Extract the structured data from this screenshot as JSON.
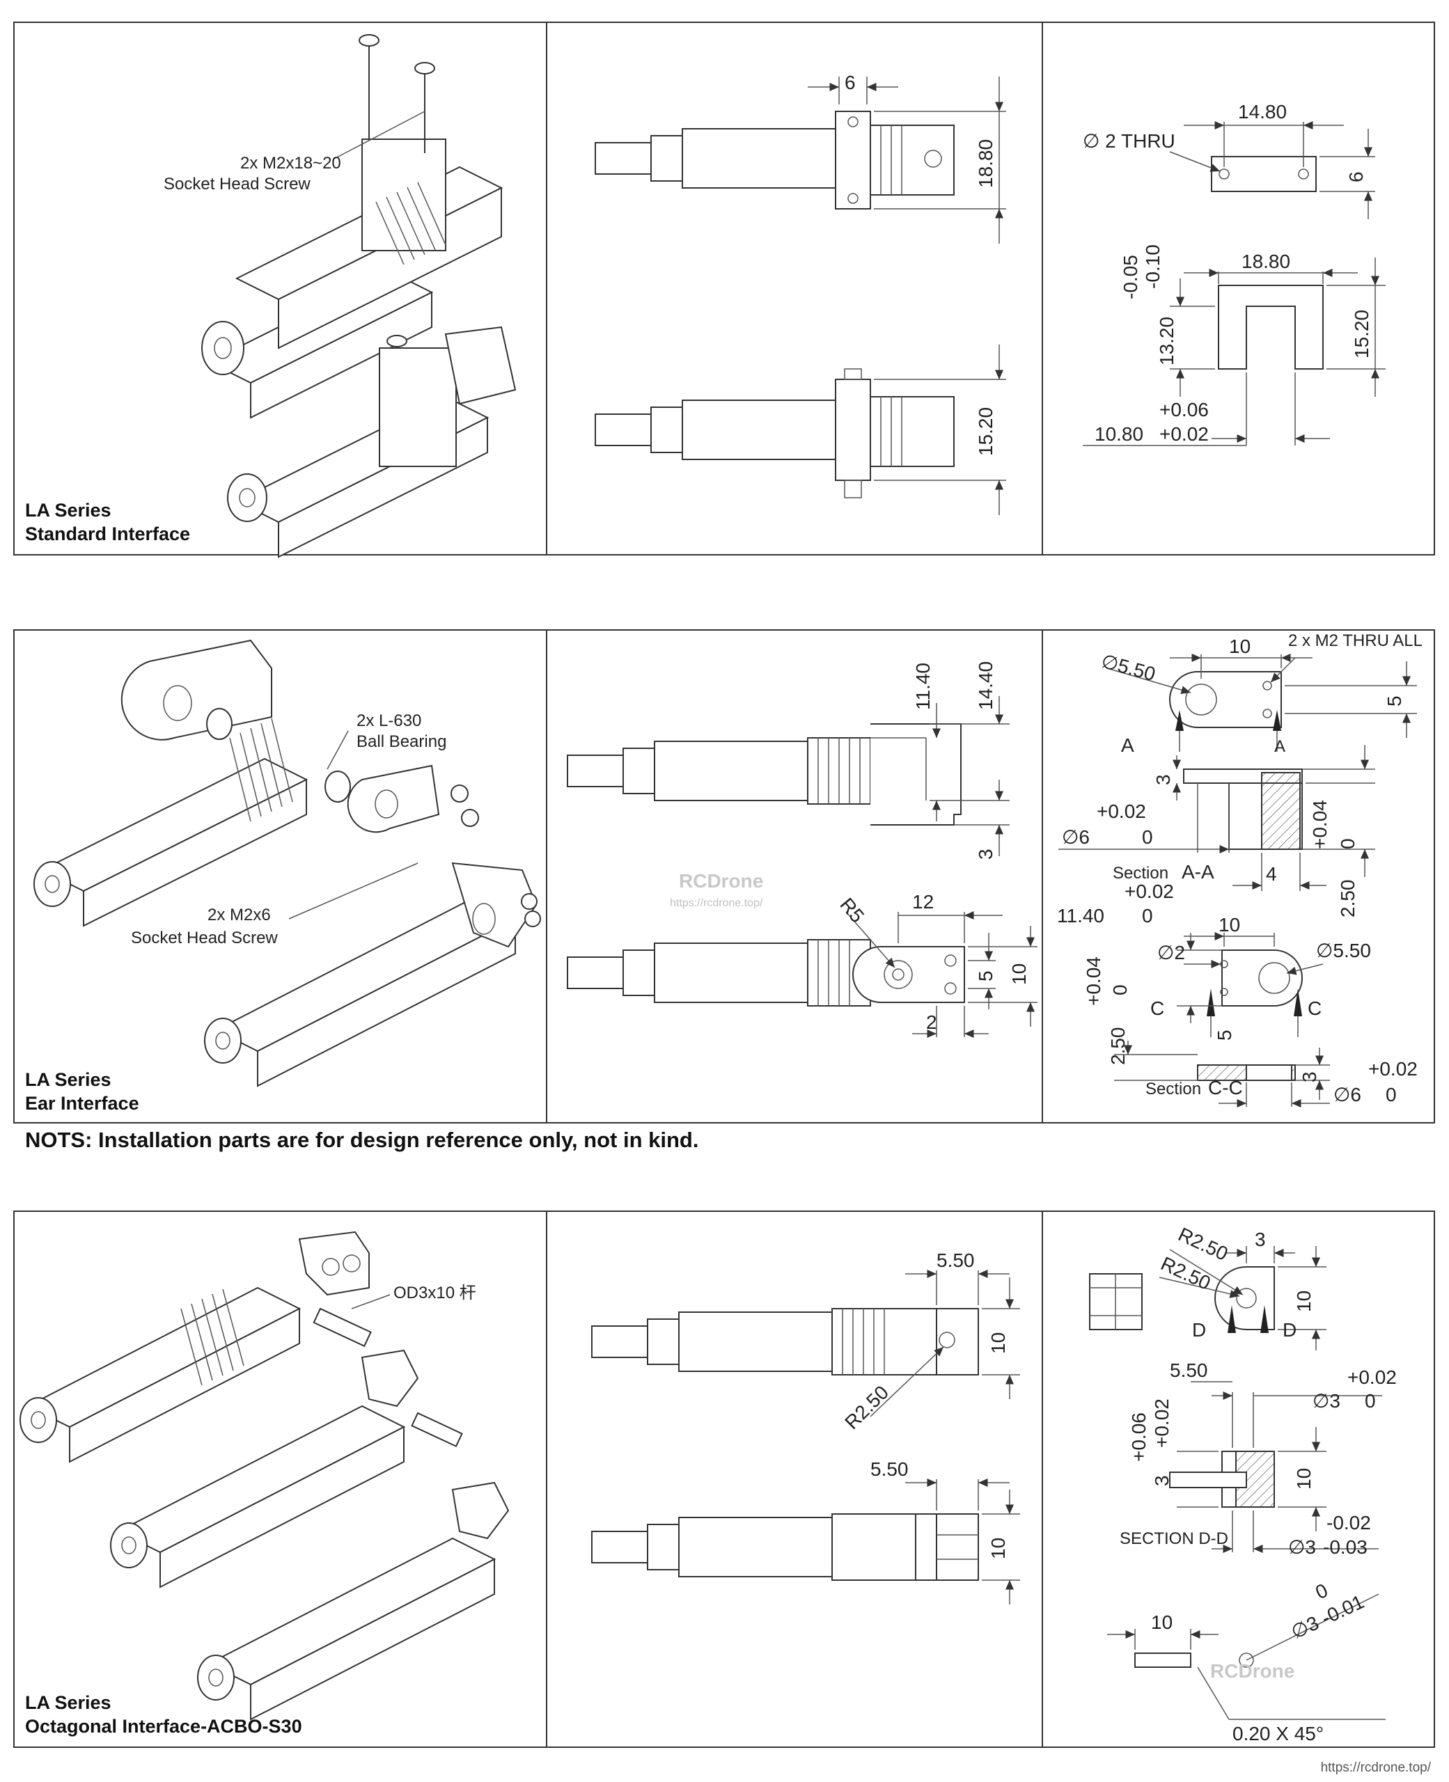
{
  "panels": {
    "standard": {
      "title_line1": "LA Series",
      "title_line2": "Standard Interface",
      "screw_label": "2x M2x18~20",
      "screw_sub": "Socket Head Screw",
      "dims_side": [
        "6",
        "18.80",
        "15.20"
      ],
      "detail": {
        "hole": "∅ 2 THRU",
        "width_top": "14.80",
        "height_top": "6",
        "width_mid": "18.80",
        "tol_upper": "-0.05",
        "tol_lower": "-0.10",
        "inner_h": "13.20",
        "outer_h": "15.20",
        "slot_tol_upper": "+0.06",
        "slot_w": "10.80",
        "slot_tol_lower": "+0.02"
      }
    },
    "ear": {
      "title_line1": "LA Series",
      "title_line2": "Ear Interface",
      "bearing_label": "2x L-630",
      "bearing_sub": "Ball Bearing",
      "screw_label": "2x M2x6",
      "screw_sub": "Socket Head Screw",
      "dims_side": [
        "11.40",
        "14.40",
        "3",
        "R5",
        "12",
        "5",
        "10",
        "2"
      ],
      "watermark": "RCDrone",
      "watermark_url": "https://rcdrone.top/",
      "detail": {
        "top_w": "10",
        "thru_label": "2 x M2 THRU ALL",
        "dia1": "∅5.50",
        "dim5": "5",
        "a_left": "A",
        "a_right": "A",
        "dim3": "3",
        "phi6_tol": "+0.02",
        "phi6": "∅6",
        "zero": "0",
        "tol04": "+0.04",
        "dim4": "4",
        "dim250": "2.50",
        "section_aa": "Section",
        "section_aa_id": "A-A",
        "tol02b": "+0.02",
        "w1140": "11.40",
        "w10b": "10",
        "dia2": "∅2",
        "dia550b": "∅5.50",
        "c_left": "C",
        "c_right": "C",
        "dim5b": "5",
        "dim250b": "2.50",
        "dim3b": "3",
        "section_cc": "Section",
        "section_cc_id": "C-C",
        "phi6b_tol": "+0.02",
        "phi6b": "∅6",
        "zerob": "0"
      }
    },
    "octagonal": {
      "title_line1": "LA Series",
      "title_line2": "Octagonal Interface-ACBO-S30",
      "pin_label": "OD3x10 杆",
      "dims_side": [
        "5.50",
        "10",
        "R2.50",
        "5.50",
        "10"
      ],
      "watermark": "RCDrone",
      "detail": {
        "r250a": "R2.50",
        "r250b": "R2.50",
        "dim3": "3",
        "dim10": "10",
        "d_left": "D",
        "d_right": "D",
        "dim550": "5.50",
        "tol_p02": "+0.02",
        "phi3": "∅3",
        "zero": "0",
        "tol_p06": "+0.06",
        "tol_p02b": "+0.02",
        "dim3b": "3",
        "dim10b": "10",
        "tol_m02": "-0.02",
        "section_dd": "SECTION D-D",
        "phi3b": "∅3",
        "tol_m03": "-0.03",
        "pin_len": "10",
        "pin_zero": "0",
        "pin_dia": "∅3 -0.01",
        "chamfer": "0.20 X 45°"
      }
    }
  },
  "note": "NOTS: Installation parts are for design reference only, not in kind.",
  "footer_url": "https://rcdrone.top/"
}
